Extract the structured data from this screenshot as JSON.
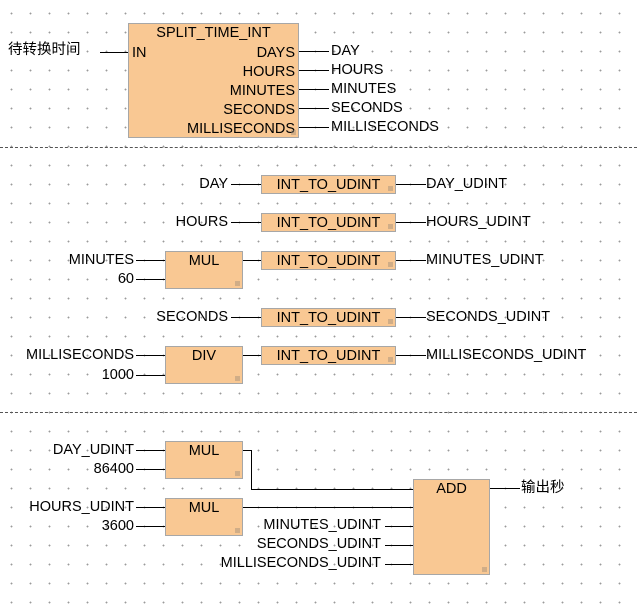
{
  "section1": {
    "input_label": "待转换时间",
    "block": {
      "title": "SPLIT_TIME_INT",
      "in_pin": "IN",
      "out_pins": [
        "DAYS",
        "HOURS",
        "MINUTES",
        "SECONDS",
        "MILLISECONDS"
      ]
    },
    "outputs": [
      "DAY",
      "HOURS",
      "MINUTES",
      "SECONDS",
      "MILLISECONDS"
    ]
  },
  "section2": {
    "day": {
      "input": "DAY",
      "conv": "INT_TO_UDINT",
      "output": "DAY_UDINT"
    },
    "hours": {
      "input": "HOURS",
      "conv": "INT_TO_UDINT",
      "output": "HOURS_UDINT"
    },
    "minutes": {
      "input_a": "MINUTES",
      "input_b": "60",
      "op": "MUL",
      "conv": "INT_TO_UDINT",
      "output": "MINUTES_UDINT"
    },
    "seconds": {
      "input": "SECONDS",
      "conv": "INT_TO_UDINT",
      "output": "SECONDS_UDINT"
    },
    "millis": {
      "input_a": "MILLISECONDS",
      "input_b": "1000",
      "op": "DIV",
      "conv": "INT_TO_UDINT",
      "output": "MILLISECONDS_UDINT"
    }
  },
  "section3": {
    "mul1": {
      "input_a": "DAY_UDINT",
      "input_b": "86400",
      "op": "MUL"
    },
    "mul2": {
      "input_a": "HOURS_UDINT",
      "input_b": "3600",
      "op": "MUL"
    },
    "add": {
      "op": "ADD",
      "inputs": [
        "MINUTES_UDINT",
        "SECONDS_UDINT",
        "MILLISECONDS_UDINT"
      ],
      "output": "输出秒"
    }
  }
}
